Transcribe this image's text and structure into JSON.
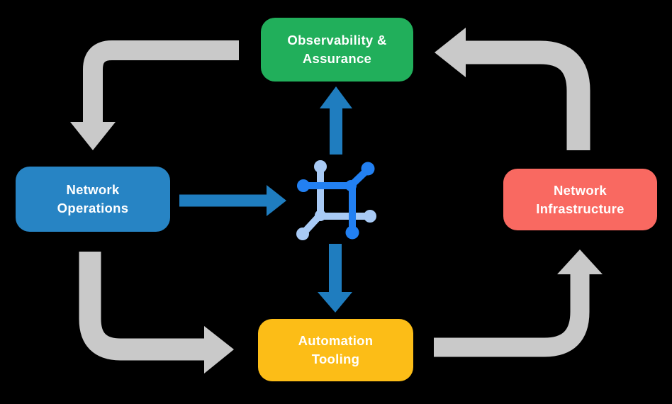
{
  "diagram": {
    "nodes": {
      "observability": {
        "label": "Observability &\nAssurance",
        "color": "#21AF5B"
      },
      "operations": {
        "label": "Network\nOperations",
        "color": "#2784C4"
      },
      "infrastructure": {
        "label": "Network\nInfrastructure",
        "color": "#F96961"
      },
      "automation": {
        "label": "Automation\nTooling",
        "color": "#FCBD17"
      }
    },
    "center_icon": "network-mesh-icon",
    "flows": {
      "gray_cycle": [
        "observability -> operations",
        "operations -> automation",
        "automation -> infrastructure",
        "infrastructure -> observability"
      ],
      "blue_spokes": [
        "operations -> center-icon",
        "center-icon -> observability",
        "center-icon -> automation"
      ]
    },
    "colors": {
      "background": "#000000",
      "arrow_gray": "#C9C9C9",
      "arrow_blue": "#1F7DBF",
      "icon_blue_dark": "#2280F2",
      "icon_blue_light": "#A8CAF5",
      "text": "#FFFFFF"
    }
  }
}
